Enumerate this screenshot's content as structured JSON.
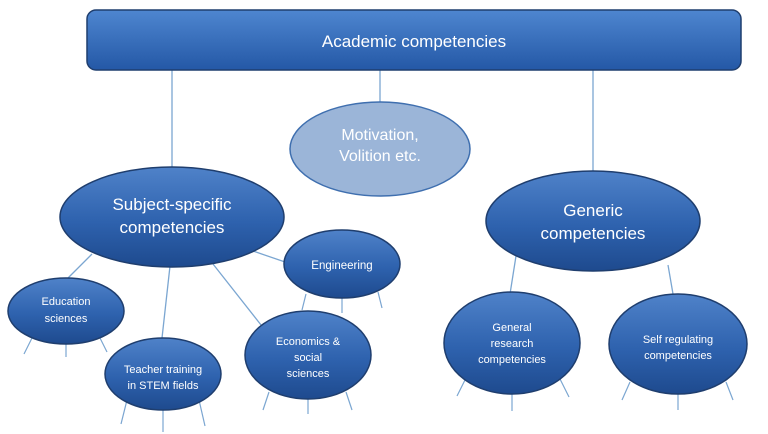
{
  "diagram": {
    "title": "Academic competencies",
    "nodes": {
      "motivation": {
        "lines": [
          "Motivation,",
          "Volition etc."
        ]
      },
      "subject_specific": {
        "lines": [
          "Subject-specific",
          "competencies"
        ]
      },
      "generic": {
        "lines": [
          "Generic",
          "competencies"
        ]
      },
      "engineering": {
        "lines": [
          "Engineering"
        ]
      },
      "education_sciences": {
        "lines": [
          "Education",
          "sciences"
        ]
      },
      "teacher_training": {
        "lines": [
          "Teacher  training",
          "in STEM fields"
        ]
      },
      "economics": {
        "lines": [
          "Economics &",
          "social",
          "sciences"
        ]
      },
      "general_research": {
        "lines": [
          "General",
          "research",
          "competencies"
        ]
      },
      "self_regulating": {
        "lines": [
          "Self regulating",
          "competencies"
        ]
      }
    },
    "colors": {
      "node_blue": "#2E62AE",
      "node_border": "#1F3E6E",
      "motivation_fill": "#9BB5D8",
      "motivation_text": "#ffffff",
      "connector": "#7BA6D1"
    }
  }
}
